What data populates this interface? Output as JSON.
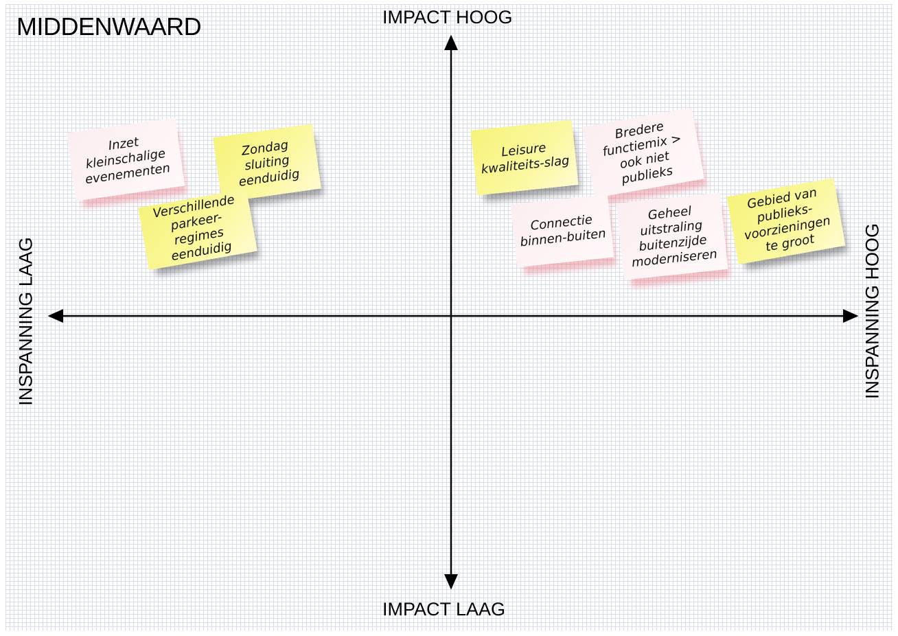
{
  "title": "MIDDENWAARD",
  "axes": {
    "top": "IMPACT HOOG",
    "bottom": "IMPACT LAAG",
    "left": "INSPANNING LAAG",
    "right": "INSPANNING HOOG"
  },
  "notes": [
    {
      "text": "Inzet kleinschalige evenementen",
      "color": "pink"
    },
    {
      "text": "Zondag sluiting eenduidig",
      "color": "yellow"
    },
    {
      "text": "Verschillende parkeer-regimes eenduidig",
      "color": "yellow"
    },
    {
      "text": "Leisure kwaliteits-slag",
      "color": "yellow"
    },
    {
      "text": "Bredere functiemix > ook niet publieks",
      "color": "pink"
    },
    {
      "text": "Connectie binnen-buiten",
      "color": "pink"
    },
    {
      "text": "Geheel uitstraling buitenzijde moderniseren",
      "color": "pink"
    },
    {
      "text": "Gebied van publieks-voorzieningen te groot",
      "color": "yellow"
    }
  ]
}
